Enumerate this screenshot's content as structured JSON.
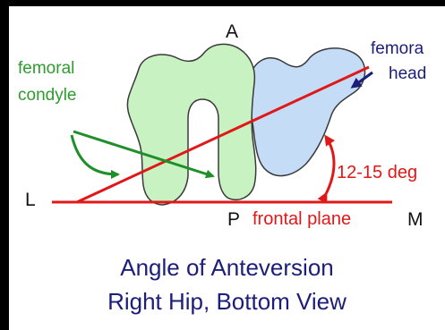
{
  "labels": {
    "top": "A",
    "bottom": "P",
    "left": "L",
    "right": "M",
    "femoral_condyle": [
      "femoral",
      "condyle"
    ],
    "femoral_head": [
      "femora",
      "head"
    ],
    "angle": "12-15 deg",
    "frontal_plane": "frontal plane"
  },
  "caption": {
    "line1": "Angle of Anteversion",
    "line2": "Right Hip, Bottom View"
  },
  "colors": {
    "background": "#000000",
    "panel": "#ffffff",
    "condyle_fill": "#c9f2c2",
    "head_fill": "#c4dcf5",
    "outline": "#3a3a3a",
    "red_line": "#e01818",
    "green_arrow": "#1f8f2a",
    "navy_arrow": "#1d1d7a",
    "caption_text": "#1d1d7a"
  }
}
